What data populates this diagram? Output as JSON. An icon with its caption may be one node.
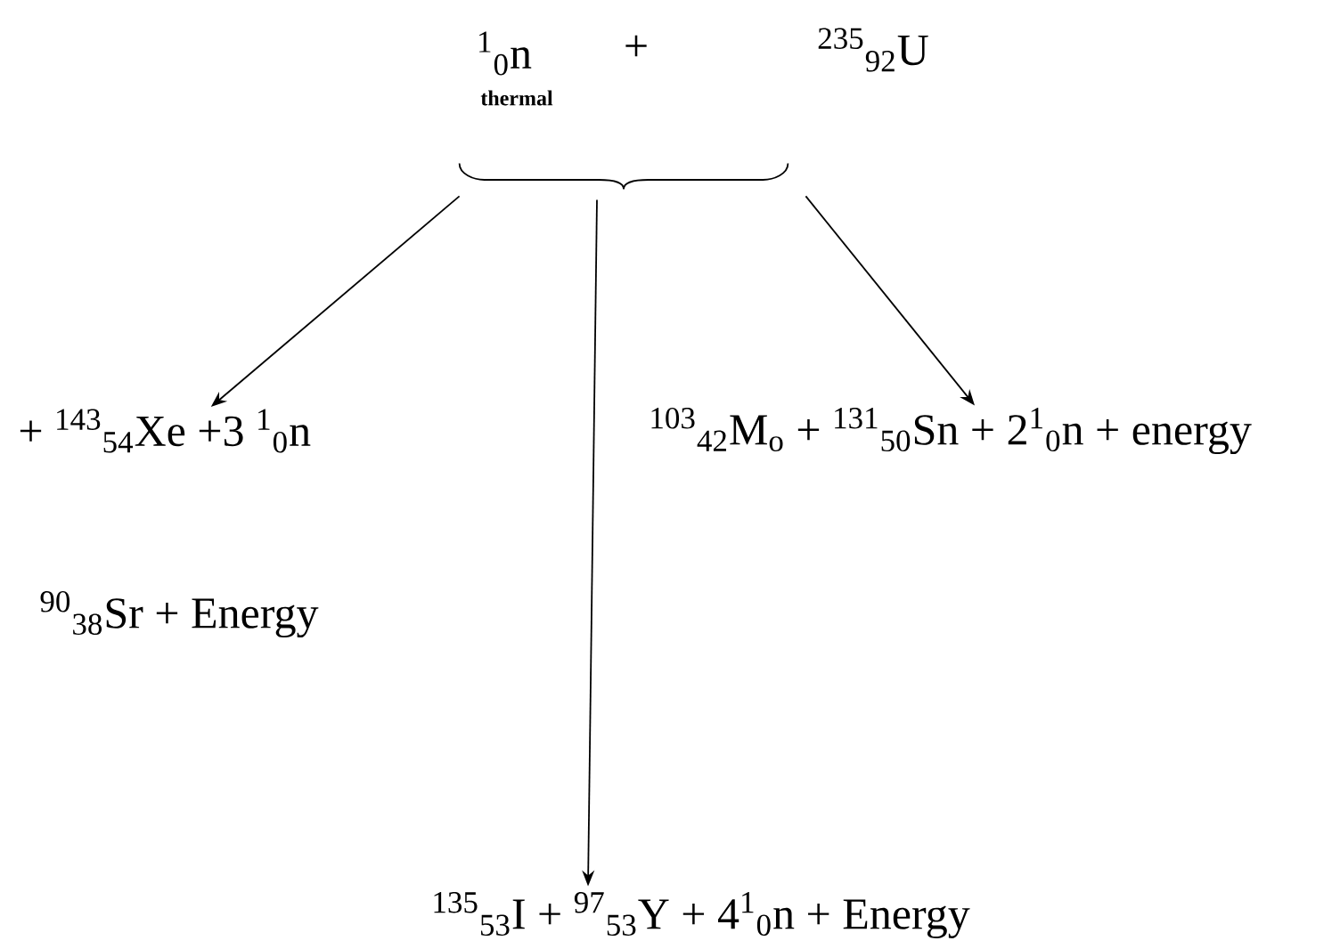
{
  "diagram": {
    "nodes": [
      {
        "text": [],
        "shape": "brace"
      },
      {
        "text": [
          "+ $^{143}$$_{54}$Xe +3 $^{1}$$_{0}$n"
        ],
        "beside": [
          "$^{90}$$_{38}$Sr + Energy"
        ]
      },
      {
        "text": [
          "$^{103}$$_{42}$M$_{o}$ + $^{131}$$_{50}$Sn + 2$^{1}$$_{0}$n + energy"
        ]
      },
      {
        "text": [
          "$^{135}$$_{53}$I + $^{97}$$_{53}$Y + 4$^{1}$$_{0}$n + Energy"
        ]
      }
    ],
    "edges": [
      {
        "from": 0,
        "to": 1,
        "arrow": "to"
      },
      {
        "from": 0,
        "to": 3,
        "arrow": "to"
      },
      {
        "from": 0,
        "to": 2,
        "arrow": "to"
      }
    ],
    "labels": [
      "$^{1}$$_{0}$n",
      "+",
      "$^{235}$$_{92}$U",
      "thermal"
    ]
  }
}
